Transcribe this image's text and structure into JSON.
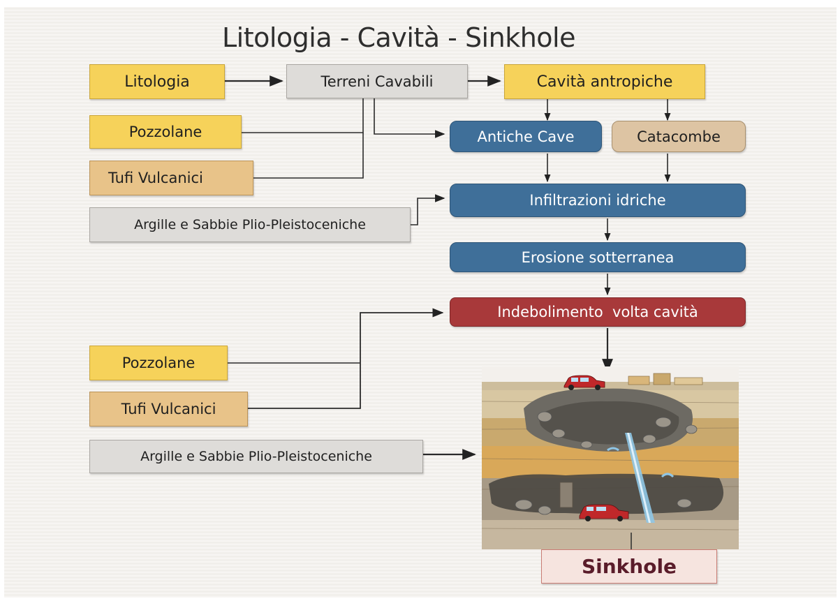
{
  "title": "Litologia - Cavità - Sinkhole",
  "boxes": {
    "litologia": "Litologia",
    "terreni_cavabili": "Terreni Cavabili",
    "cavita_antropiche": "Cavità antropiche",
    "pozzolane_1": "Pozzolane",
    "tufi_vulcanici_1": "Tufi Vulcanici",
    "argille_sabbie_1": "Argille e Sabbie Plio-Pleistoceniche",
    "antiche_cave": "Antiche Cave",
    "catacombe": "Catacombe",
    "infiltrazioni_idriche": "Infiltrazioni idriche",
    "erosione_sotterranea": "Erosione sotterranea",
    "indebolimento_volta": "Indebolimento  volta cavità",
    "pozzolane_2": "Pozzolane",
    "tufi_vulcanici_2": "Tufi Vulcanici",
    "argille_sabbie_2": "Argille e Sabbie Plio-Pleistoceniche",
    "sinkhole": "Sinkhole"
  },
  "colors": {
    "lithology_yellow": "#f6d25a",
    "lithology_orange": "#e8c389",
    "process_blue": "#3f6f99",
    "weakening_red": "#a8393a",
    "catacomb_beige": "#ddc4a3",
    "neutral_grey": "#dedcd9"
  },
  "icons": [
    "sinkhole-illustration",
    "car-icon"
  ]
}
